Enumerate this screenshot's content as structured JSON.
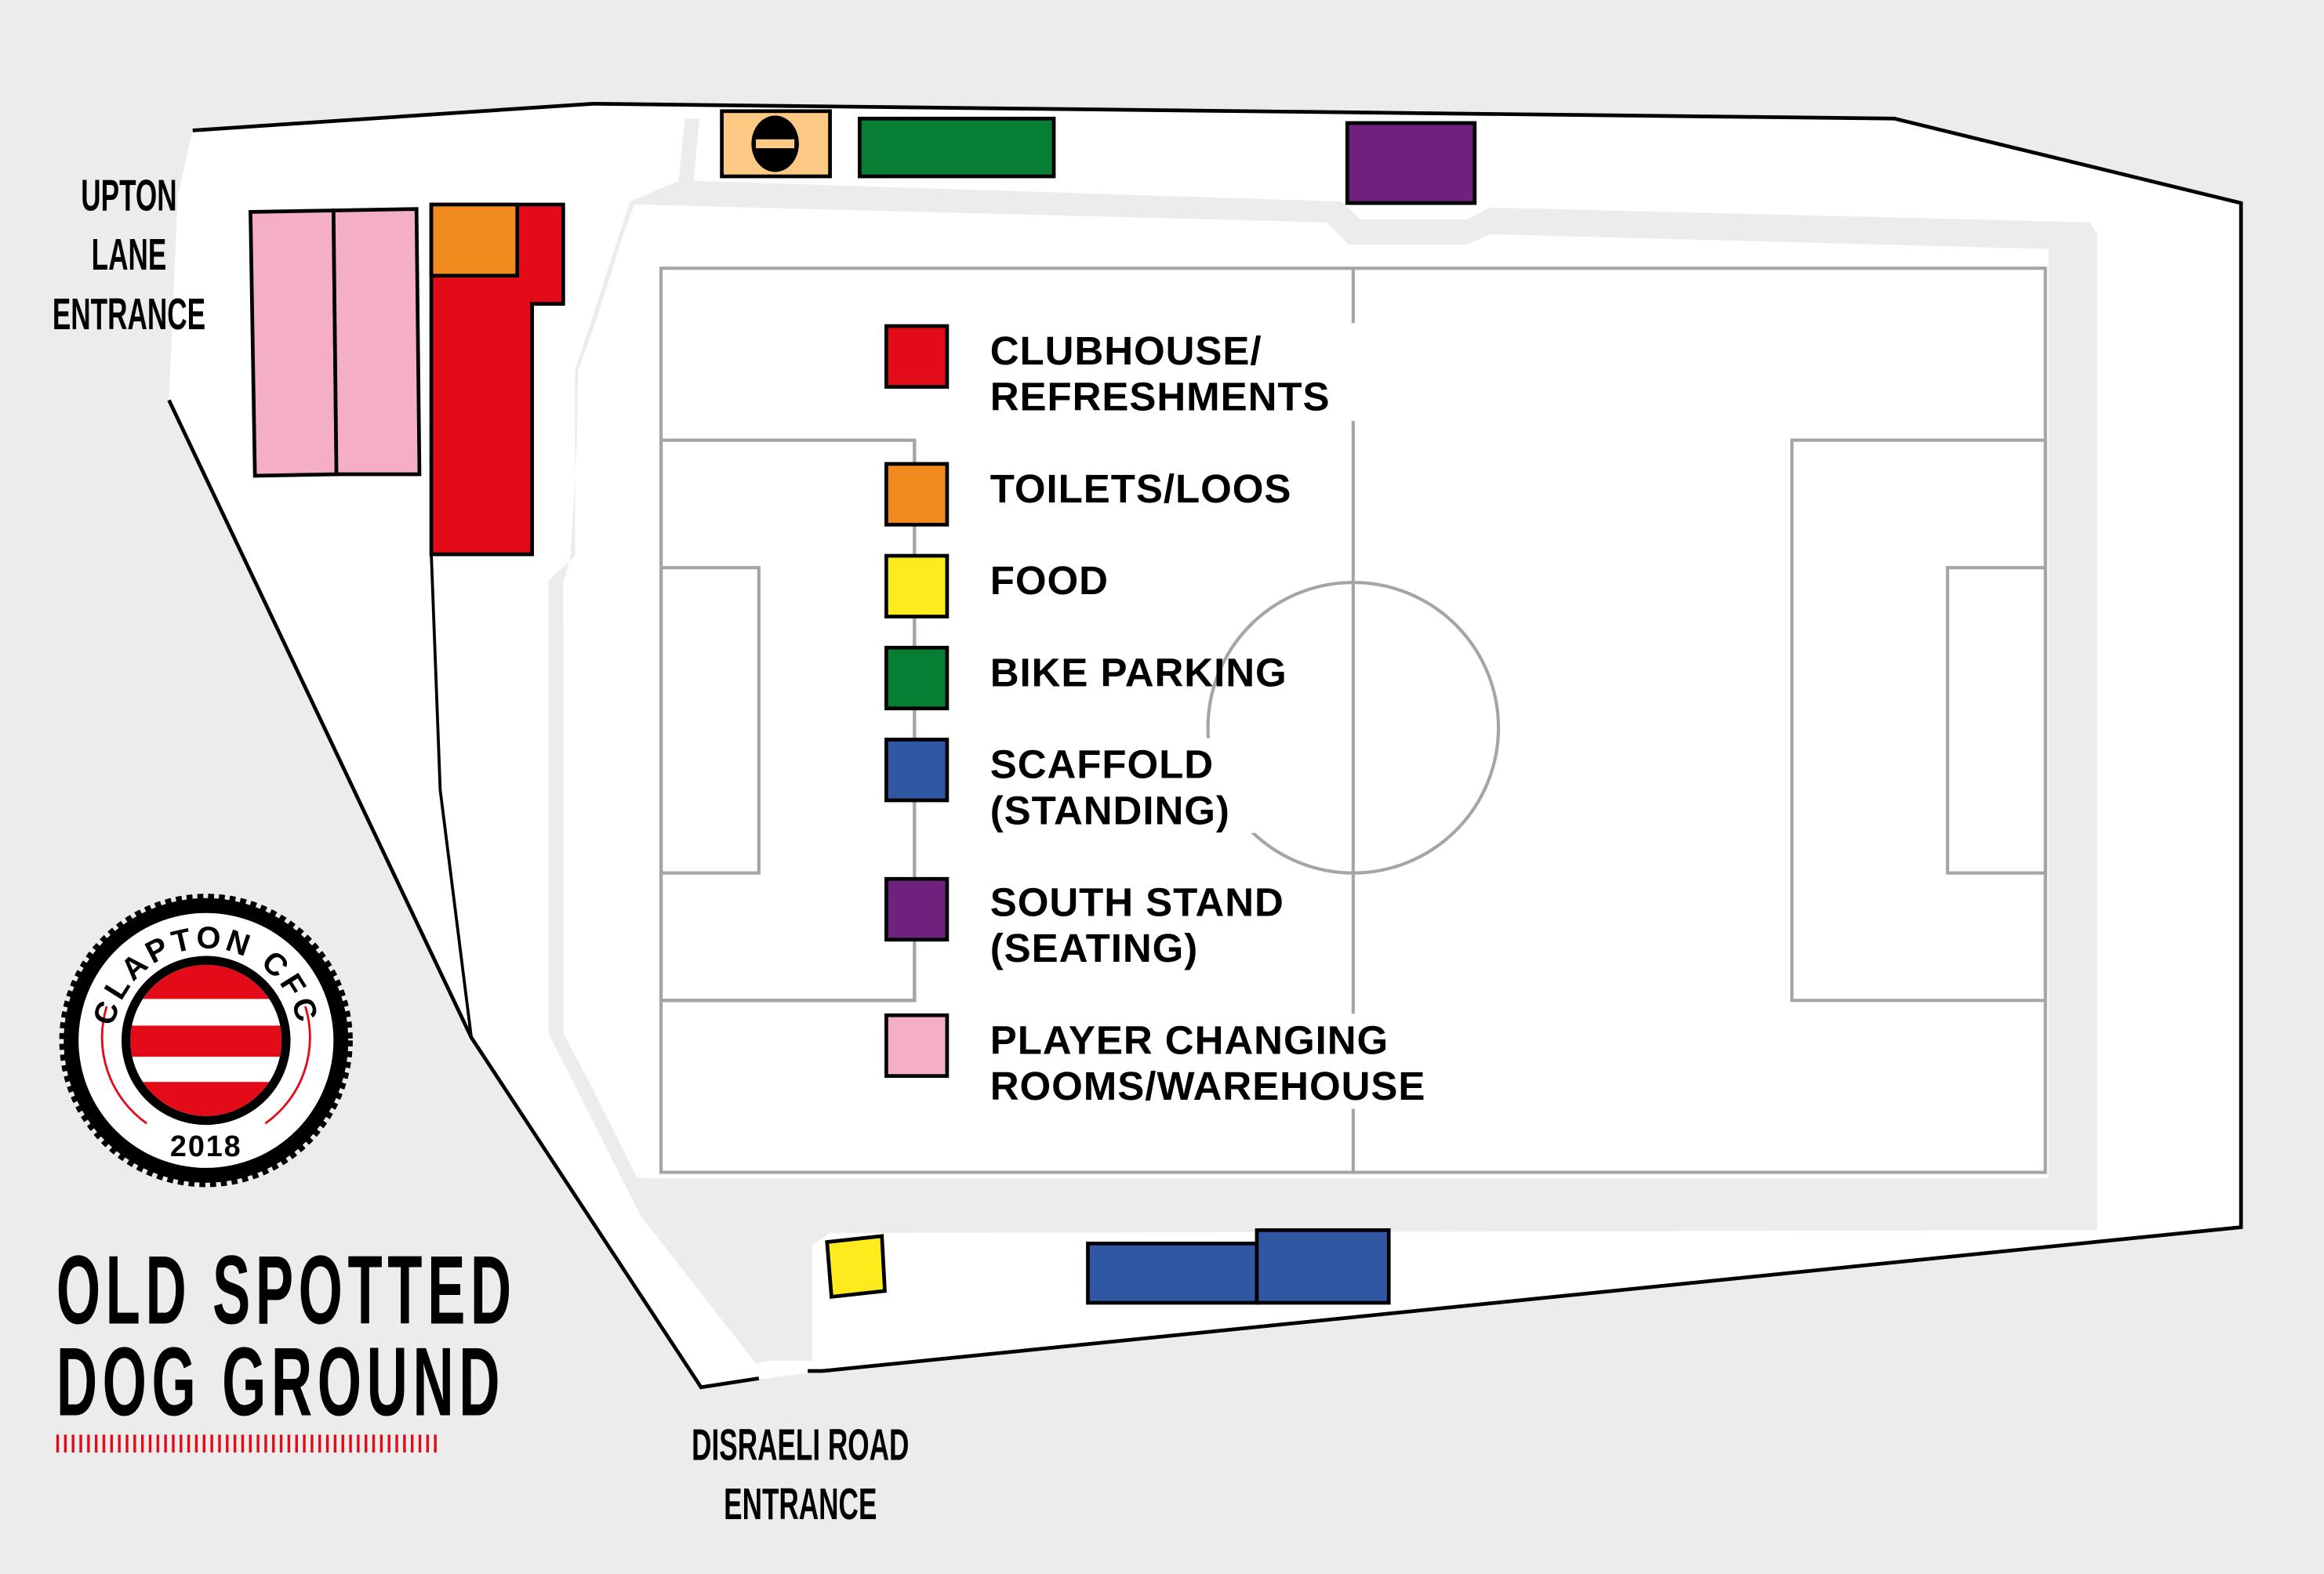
{
  "title": {
    "line1": "OLD SPOTTED",
    "line2": "DOG GROUND"
  },
  "logo": {
    "club_name": "CLAPTON CFC",
    "year": "2018"
  },
  "entrances": {
    "upton_lane": [
      "UPTON",
      "LANE",
      "ENTRANCE"
    ],
    "disraeli_road": [
      "DISRAELI ROAD",
      "ENTRANCE"
    ]
  },
  "legend": [
    {
      "key": "clubhouse",
      "color": "#e20b17",
      "lines": [
        "CLUBHOUSE/",
        "REFRESHMENTS"
      ]
    },
    {
      "key": "toilets",
      "color": "#f18a1c",
      "lines": [
        "TOILETS/LOOS"
      ]
    },
    {
      "key": "food",
      "color": "#fdeb1d",
      "lines": [
        "FOOD"
      ]
    },
    {
      "key": "bike-parking",
      "color": "#067f35",
      "lines": [
        "BIKE PARKING"
      ]
    },
    {
      "key": "scaffold",
      "color": "#3057a3",
      "lines": [
        "SCAFFOLD",
        "(STANDING)"
      ]
    },
    {
      "key": "south-stand",
      "color": "#6e217d",
      "lines": [
        "SOUTH STAND",
        "(SEATING)"
      ]
    },
    {
      "key": "changing-rooms",
      "color": "#f4afc7",
      "lines": [
        "PLAYER CHANGING",
        "ROOMS/WAREHOUSE"
      ]
    }
  ],
  "colors": {
    "background": "#ececec",
    "ground": "#ffffff",
    "pitch_lines": "#a5a5a5",
    "no_entry_box": "#fcc985",
    "accent_red": "#e20b17"
  }
}
